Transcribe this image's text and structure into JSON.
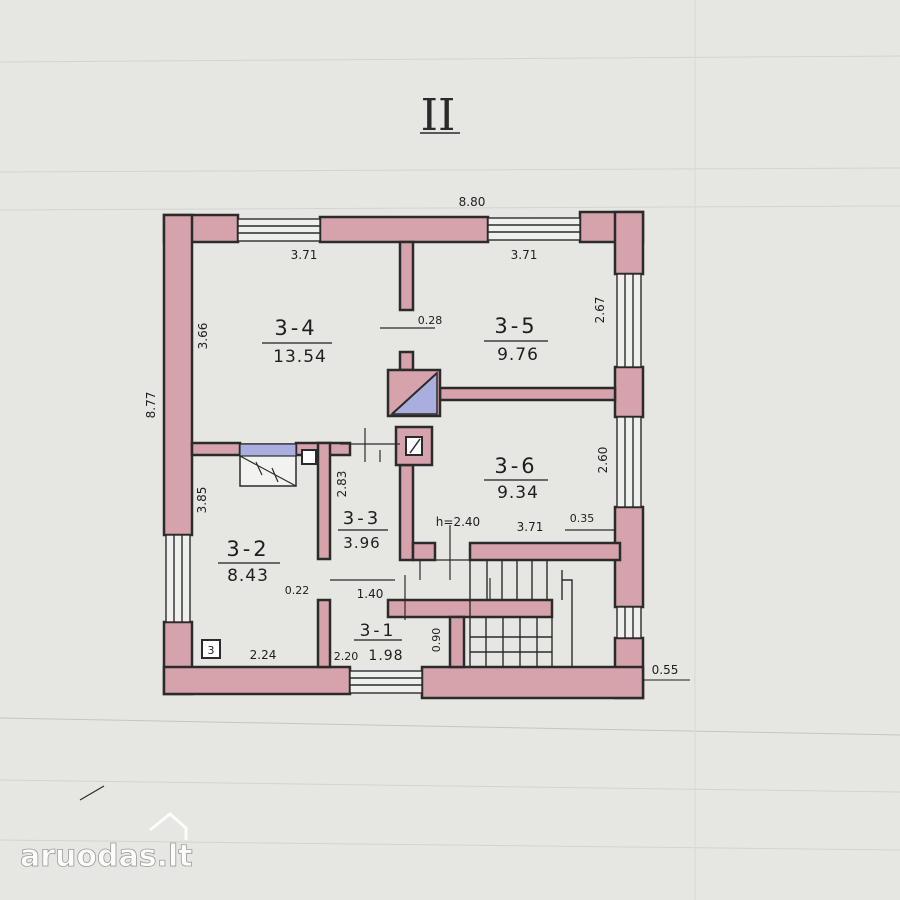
{
  "sheet": {
    "title": "II"
  },
  "rooms": [
    {
      "id": "3-4",
      "area": "13.54"
    },
    {
      "id": "3-5",
      "area": "9.76"
    },
    {
      "id": "3-6",
      "area": "9.34"
    },
    {
      "id": "3-3",
      "area": "3.96"
    },
    {
      "id": "3-2",
      "area": "8.43"
    },
    {
      "id": "3-1",
      "area": "1.98"
    }
  ],
  "dimensions": {
    "overall_width": "8.80",
    "overall_height": "8.77",
    "room_3_4_width": "3.71",
    "room_3_4_depth": "3.66",
    "room_3_5_width": "3.71",
    "room_3_5_depth": "2.67",
    "partition_thickness": "0.28",
    "room_3_6_depth": "2.60",
    "room_3_6_width": "3.71",
    "ceiling_height": "h=2.40",
    "wall_0_35": "0.35",
    "room_3_3_depth": "2.83",
    "room_3_2_depth": "3.85",
    "wall_0_22": "0.22",
    "corridor_width": "1.40",
    "room_3_2_width": "2.24",
    "room_3_1_width": "2.20",
    "room_3_1_depth": "0.90",
    "exterior_wall": "0.55"
  },
  "fixtures": {
    "meter_box_label": "3"
  },
  "watermark": {
    "text": "aruodas.lt"
  },
  "colors": {
    "wall_fill": "#d6a3ac",
    "wall_stroke": "#2b2b2b",
    "paper": "#e6e7e3",
    "vent_fill": "#a9aede"
  }
}
